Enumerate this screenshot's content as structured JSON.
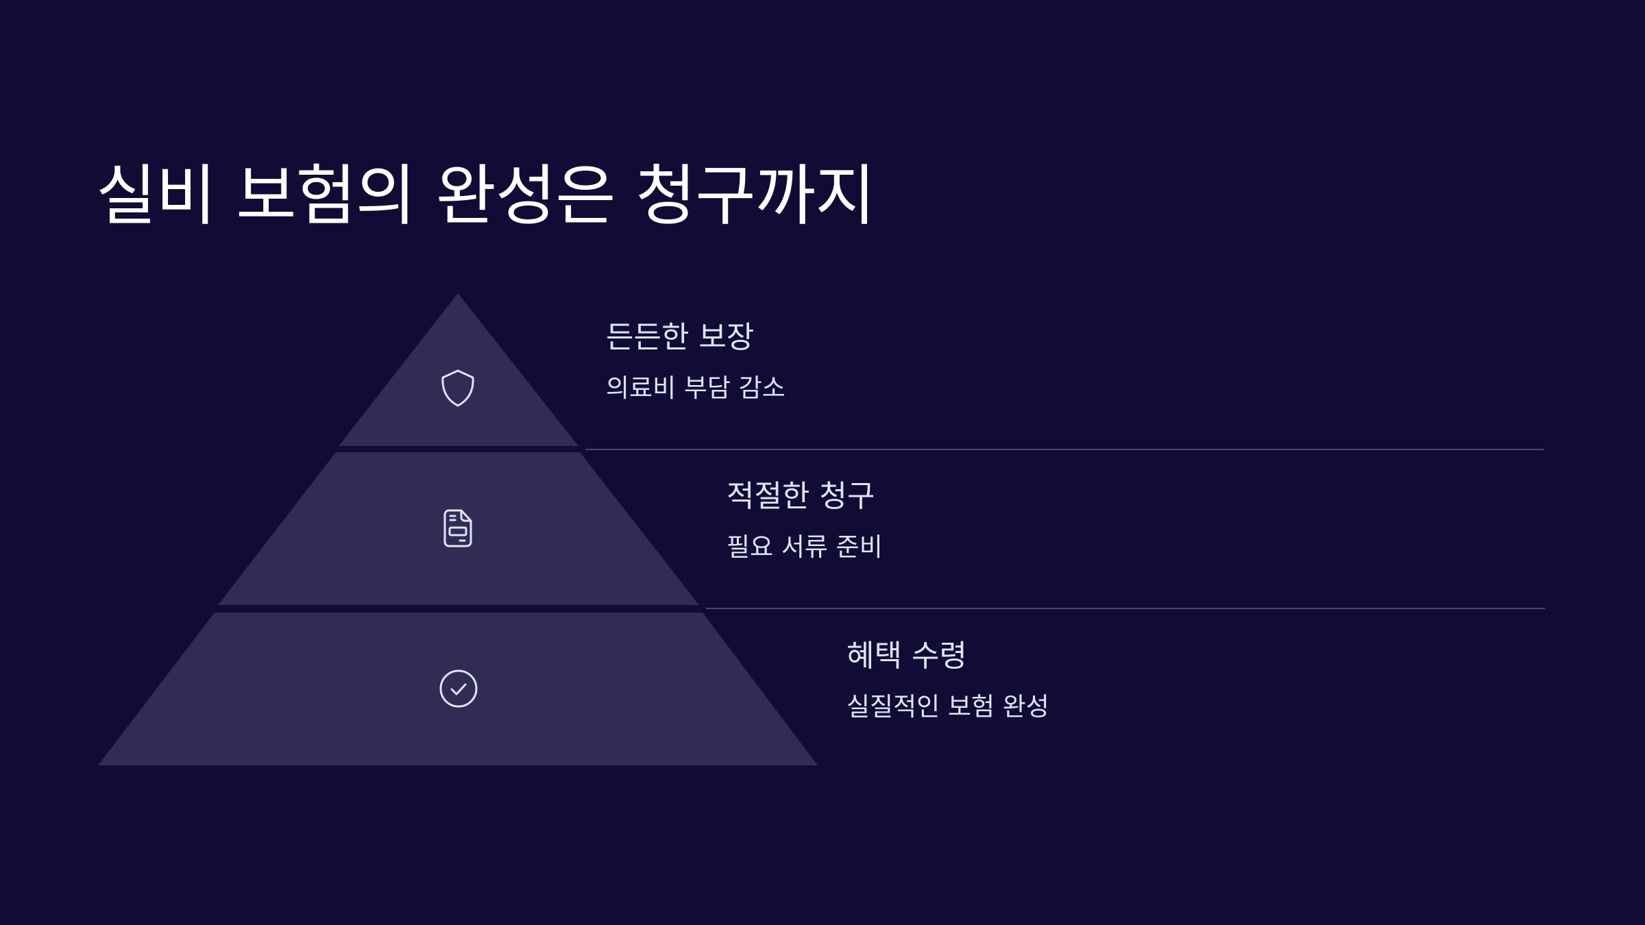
{
  "title": "실비 보험의 완성은 청구까지",
  "colors": {
    "background": "#100c35",
    "tier_fill": "#302c54",
    "divider": "#4a4574",
    "text": "#e2e3f8",
    "icon_stroke": "#e2e3f8"
  },
  "tiers": [
    {
      "heading": "든든한 보장",
      "description": "의료비 부담 감소",
      "icon": "shield-icon"
    },
    {
      "heading": "적절한 청구",
      "description": "필요 서류 준비",
      "icon": "document-icon"
    },
    {
      "heading": "혜택 수령",
      "description": "실질적인 보험 완성",
      "icon": "check-circle-icon"
    }
  ]
}
